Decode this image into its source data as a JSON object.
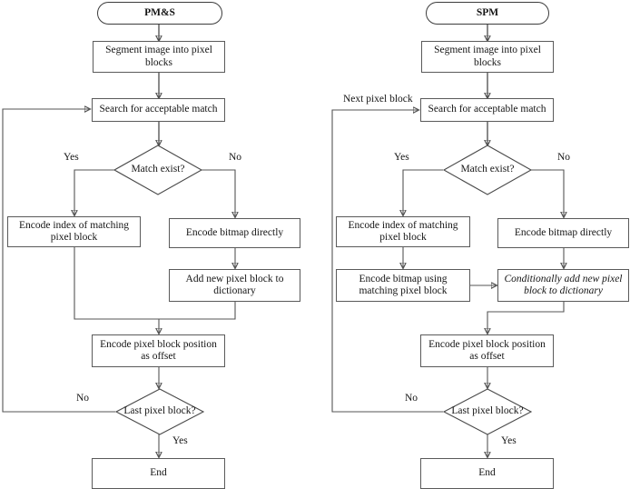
{
  "diagram": {
    "title_left": "PM&S",
    "title_right": "SPM",
    "type": "flowchart",
    "columns": [
      {
        "id": "pms",
        "terminator_start": "PM&S",
        "terminator_end": "End",
        "nodes": [
          "Segment image into pixel blocks",
          "Search for acceptable match",
          "Match exist?",
          "Encode index of matching pixel block",
          "Encode bitmap directly",
          "Add new pixel block to dictionary",
          "Encode pixel block position as offset",
          "Last pixel block?",
          "End"
        ],
        "edge_labels": [
          "Yes",
          "No",
          "No",
          "Yes"
        ]
      },
      {
        "id": "spm",
        "terminator_start": "SPM",
        "terminator_end": "End",
        "nodes": [
          "Segment image into pixel blocks",
          "Search for acceptable match",
          "Match exist?",
          "Encode index of matching pixel block",
          "Encode bitmap directly",
          "Encode bitmap using matching pixel block",
          "Conditionally add new pixel block to dictionary",
          "Encode pixel block position as offset",
          "Last pixel block?",
          "End"
        ],
        "edge_labels": [
          "Next pixel block",
          "Yes",
          "No",
          "No",
          "Yes"
        ]
      }
    ]
  },
  "left": {
    "start": "PM&S",
    "segment": "Segment image into pixel blocks",
    "search": "Search for acceptable match",
    "match_decision": "Match exist?",
    "yes_label": "Yes",
    "no_label": "No",
    "encode_index": "Encode index of matching pixel block",
    "encode_bitmap": "Encode bitmap directly",
    "add_block": "Add new pixel block to dictionary",
    "encode_offset": "Encode pixel block position as offset",
    "last_decision": "Last pixel block?",
    "loop_no_label": "No",
    "loop_yes_label": "Yes",
    "end": "End"
  },
  "right": {
    "start": "SPM",
    "segment": "Segment image into pixel blocks",
    "next_block_label": "Next pixel block",
    "search": "Search for acceptable match",
    "match_decision": "Match exist?",
    "yes_label": "Yes",
    "no_label": "No",
    "encode_index": "Encode index of matching pixel block",
    "encode_bitmap": "Encode bitmap directly",
    "encode_bitmap_using": "Encode bitmap using matching pixel block",
    "cond_add_block": "Conditionally add new pixel block to dictionary",
    "encode_offset": "Encode pixel block position as offset",
    "last_decision": "Last pixel block?",
    "loop_no_label": "No",
    "loop_yes_label": "Yes",
    "end": "End"
  },
  "colors": {
    "box_border": "#5a5a5a",
    "wire": "#555555",
    "arrow": "#2a2a2a",
    "text": "#151515",
    "background": "#ffffff"
  }
}
